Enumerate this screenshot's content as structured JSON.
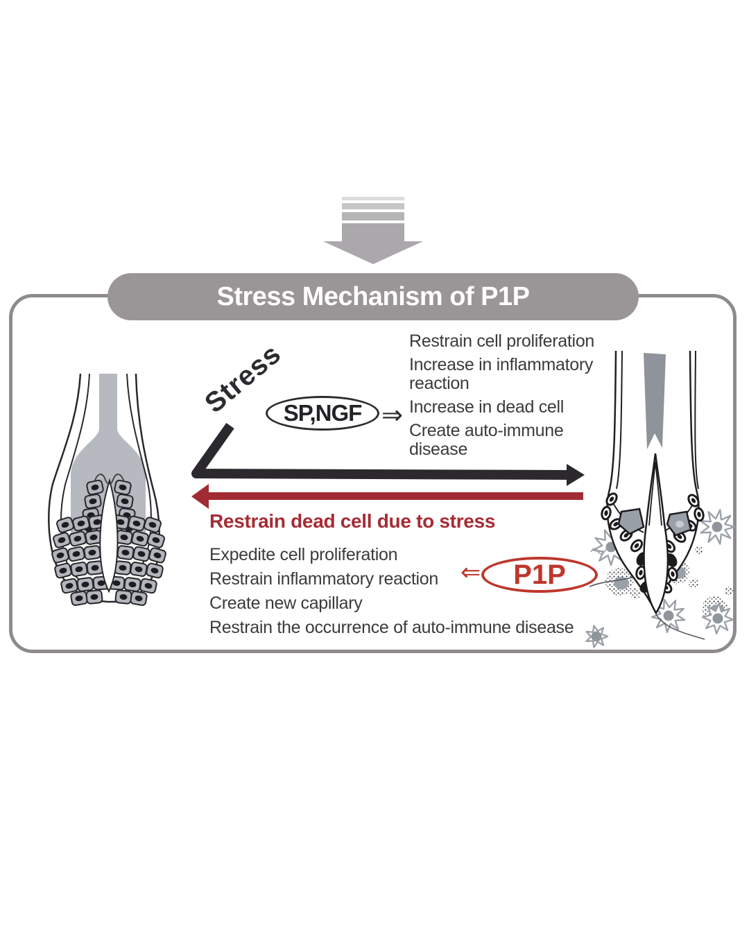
{
  "header": {
    "title": "Stress Mechanism of P1P"
  },
  "diagram": {
    "stress_label": "Stress",
    "mediator_label": "SP,NGF",
    "implies_right": "⇒",
    "implies_left": "⇐",
    "stress_effects": [
      "Restrain cell proliferation",
      "Increase in inflammatory reaction",
      "Increase in dead cell",
      "Create auto-immune disease"
    ],
    "recovery_heading": "Restrain dead cell due to stress",
    "recovery_effects": [
      "Expedite cell proliferation",
      "Restrain inflammatory reaction",
      "Create new capillary",
      "Restrain the occurrence of auto-immune disease"
    ],
    "p1p_label": "P1P"
  },
  "colors": {
    "red_arrow": "#a52c35",
    "p1p_red": "#bd372c",
    "banner_gray": "#9a9597",
    "panel_border_gray": "#8f8b8d",
    "ink": "#2c2b2f",
    "text_gray": "#3b3a3c",
    "follicle_gray": "#b6b9c0",
    "hair_shaft_gray": "#8f939b"
  },
  "icons": {
    "top_arrow": "down-arrow-icon",
    "left_illustration": "healthy-hair-follicle-illustration",
    "right_illustration": "stressed-hair-follicle-illustration"
  }
}
